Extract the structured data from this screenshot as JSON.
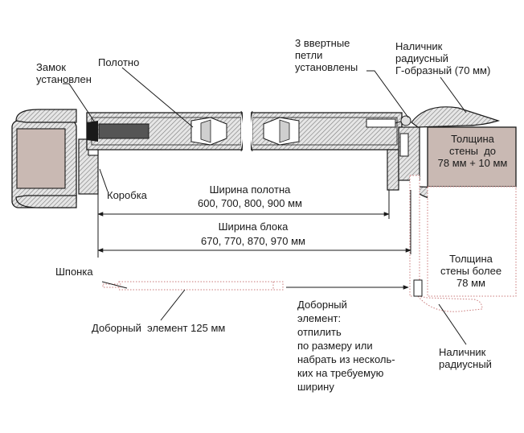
{
  "labels": {
    "lock": "Замок\nустановлен",
    "panel": "Полотно",
    "hinges": "3 ввертные\nпетли\nустановлены",
    "casing_top": "Наличник\nрадиусный\nГ-образный (70 мм)",
    "frame": "Коробка",
    "wall_thickness_small": "Толщина\nстены  до\n78 мм + 10 мм",
    "panel_width_title": "Ширина полотна",
    "panel_width_values": "600, 700, 800, 900 мм",
    "block_width_title": "Ширина блока",
    "block_width_values": "670, 770, 870, 970 мм",
    "wall_thickness_large": "Толщина\nстены более\n78 мм",
    "tongue": "Шпонка",
    "extension_125": "Доборный  элемент 125 мм",
    "extension_note": "Доборный\nэлемент:\nотпилить\nпо размеру или\nнабрать из несколь-\nких на требуемую\nширину",
    "casing_bottom": "Наличник\nрадиусный"
  },
  "colors": {
    "line": "#1a1a1a",
    "wall_fill": "#c9b9b3",
    "hatch_fill": "#b8b8b8",
    "dotted_red": "#c97a7a",
    "lock_fill": "#555555"
  }
}
